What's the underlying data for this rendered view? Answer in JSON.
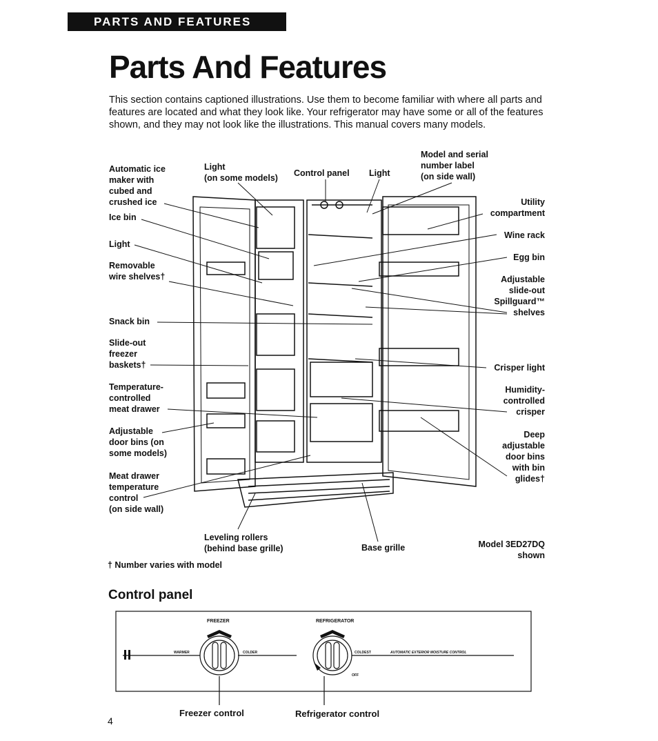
{
  "header": {
    "banner": "PARTS AND FEATURES",
    "title": "Parts And Features"
  },
  "intro": "This section contains captioned illustrations. Use them to become familiar with where all parts and features are located and what they look like. Your refrigerator may have some or all of the features shown, and they may not look like the illustrations. This manual covers many models.",
  "labels_left": {
    "ice_maker": "Automatic ice\nmaker with\ncubed and\ncrushed ice",
    "ice_bin": "Ice bin",
    "light": "Light",
    "wire_shelves": "Removable\nwire shelves†",
    "snack_bin": "Snack bin",
    "baskets": "Slide-out\nfreezer\nbaskets†",
    "meat_drawer_temp": "Temperature-\ncontrolled\nmeat drawer",
    "door_bins": "Adjustable\ndoor bins (on\nsome models)",
    "meat_control": "Meat drawer\ntemperature\ncontrol\n(on side wall)"
  },
  "labels_top": {
    "light_top": "Light\n(on some models)",
    "control_panel": "Control panel",
    "light_right": "Light",
    "model_label": "Model and serial\nnumber label\n(on side wall)"
  },
  "labels_right": {
    "utility": "Utility\ncompartment",
    "wine_rack": "Wine rack",
    "egg_bin": "Egg bin",
    "spillguard": "Adjustable\nslide-out\nSpillguard™\nshelves",
    "crisper_light": "Crisper light",
    "humidity": "Humidity-\ncontrolled\ncrisper",
    "deep_bins": "Deep\nadjustable\ndoor bins\nwith bin\nglides†"
  },
  "labels_bottom": {
    "leveling": "Leveling rollers\n(behind base grille)",
    "base_grille": "Base grille",
    "model": "Model 3ED27DQ\nshown",
    "footnote": "† Number varies with model"
  },
  "control_section": {
    "heading": "Control panel",
    "freezer": "FREEZER",
    "refrigerator": "REFRIGERATOR",
    "warmer": "WARMER",
    "colder": "COLDER",
    "coldest": "COLDEST",
    "off": "OFF",
    "auto_text": "AUTOMATIC EXTERIOR MOISTURE CONTROL",
    "freezer_control": "Freezer control",
    "refrigerator_control": "Refrigerator control"
  },
  "page_number": "4"
}
